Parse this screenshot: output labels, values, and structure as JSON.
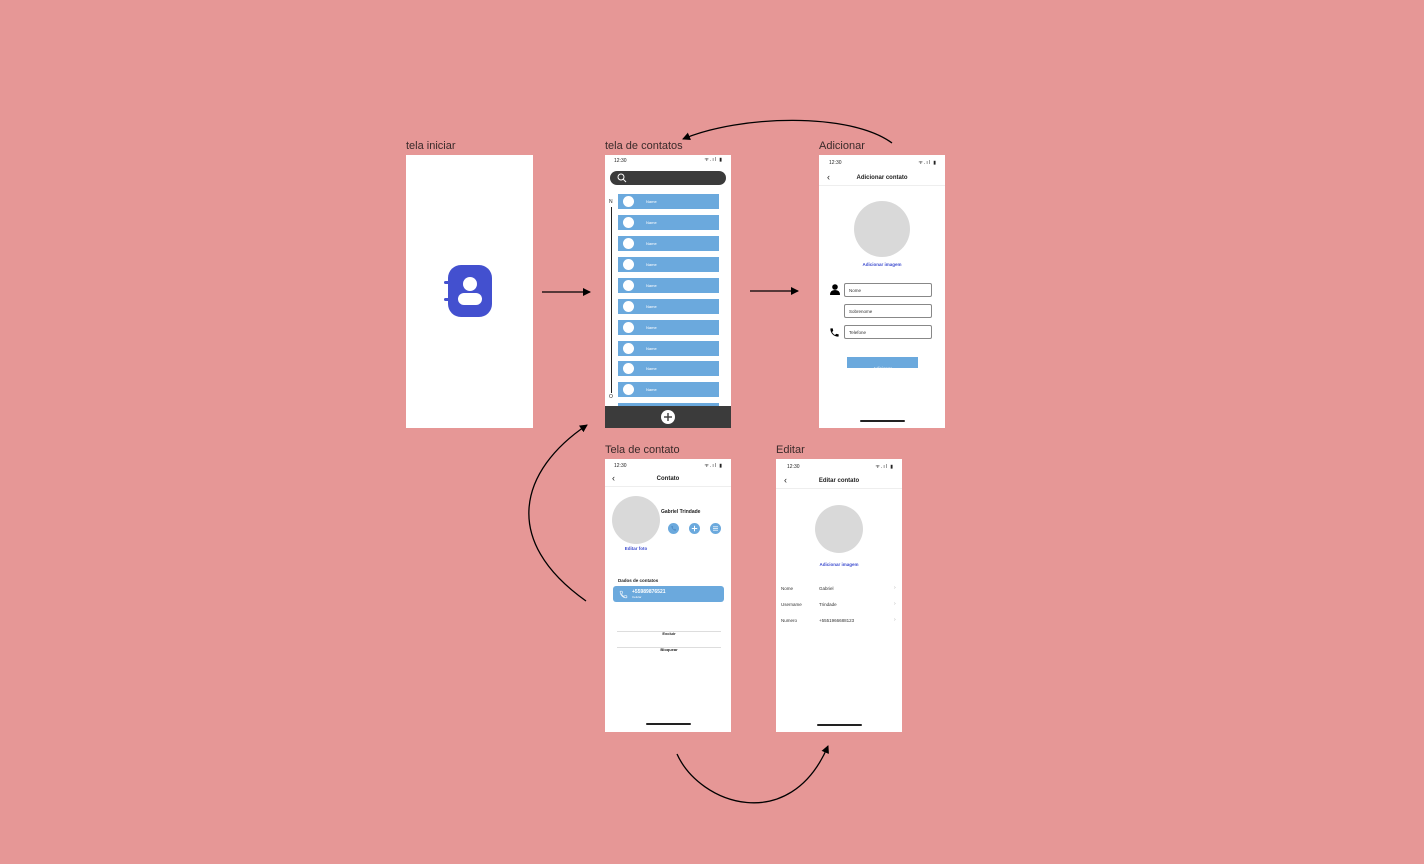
{
  "frames": {
    "splash": {
      "label": "tela iniciar"
    },
    "contacts": {
      "label": "tela de contatos",
      "time": "12:30",
      "status_icons": "ᯤ.ıl ▮",
      "index_top": "N",
      "index_bottom": "O",
      "rows": [
        "Name",
        "Name",
        "Name",
        "Name",
        "Name",
        "Name",
        "Name",
        "Name",
        "Name",
        "Name"
      ],
      "add_icon": "plus-circle-icon"
    },
    "add": {
      "label": "Adicionar",
      "time": "12:30",
      "status_icons": "ᯤ.ıl ▮",
      "back": "‹",
      "title": "Adicionar contato",
      "add_image": "Adicionar imagem",
      "name_placeholder": "Nome",
      "surname_placeholder": "Sobrenome",
      "phone_placeholder": "Telefone",
      "submit": "Adicionar"
    },
    "contact": {
      "label": "Tela de contato",
      "time": "12:30",
      "status_icons": "ᯤ.ıl ▮",
      "back": "‹",
      "title": "Contato",
      "name": "Gabriel Trindade",
      "edit_photo": "Editar foto",
      "section": "Dados de contatos",
      "phone": "+55989876521",
      "phone_sub": "Celular",
      "action1": "Excluir",
      "action2": "Bloquear"
    },
    "edit": {
      "label": "Editar",
      "time": "12:30",
      "status_icons": "ᯤ.ıl ▮",
      "back": "‹",
      "title": "Editar contato",
      "add_image": "Adicionar imagem",
      "fields": [
        {
          "label": "Nome",
          "value": "Gabriel"
        },
        {
          "label": "Username",
          "value": "Trindade"
        },
        {
          "label": "Numero",
          "value": "+5551966688123"
        }
      ],
      "chevron": "›"
    }
  },
  "colors": {
    "background": "#e69796",
    "accent": "#6ba9dd",
    "logo": "#4350cf",
    "bottom_bar": "#3b3b3b",
    "link": "#3d4ccf"
  }
}
